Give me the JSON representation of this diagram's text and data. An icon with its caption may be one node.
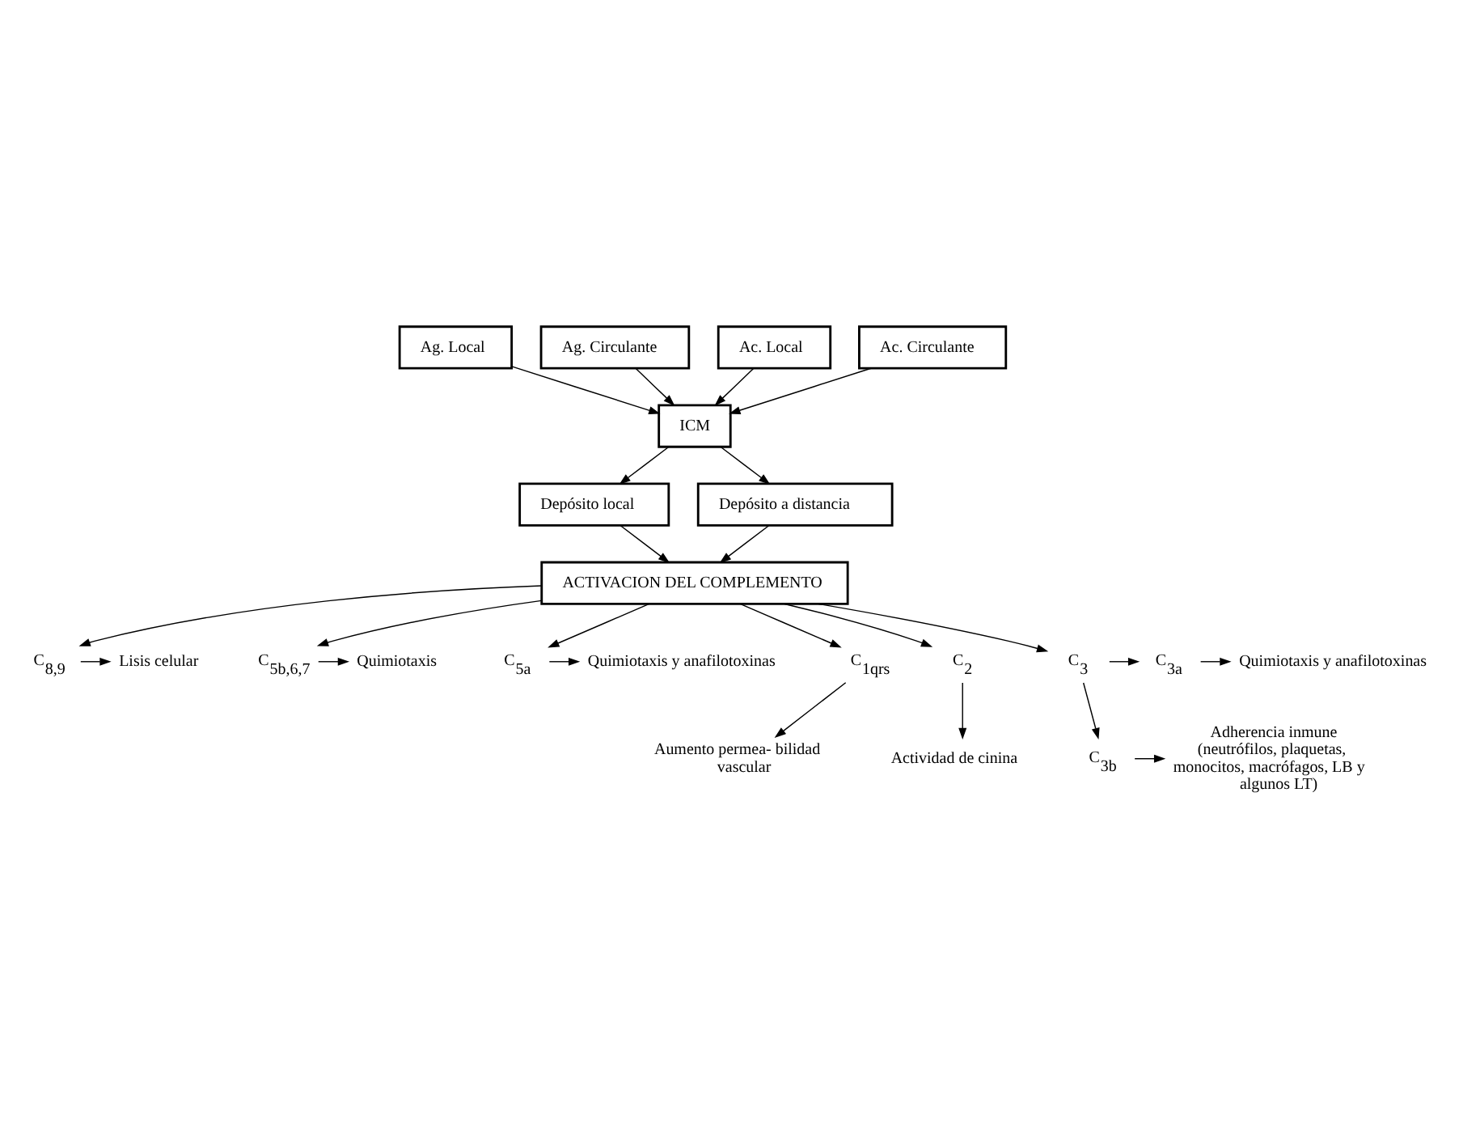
{
  "diagram": {
    "nodes": [
      {
        "text": [
          "Ag. Local"
        ]
      },
      {
        "text": [
          "Ag. Circulante"
        ]
      },
      {
        "text": [
          "Ac. Local"
        ]
      },
      {
        "text": [
          "Ac. Circulante"
        ]
      },
      {
        "text": [
          "ICM"
        ]
      },
      {
        "text": [
          "Depósito local"
        ]
      },
      {
        "text": [
          "Depósito a distancia"
        ]
      },
      {
        "text": [
          "ACTIVACION DEL COMPLEMENTO"
        ]
      },
      {
        "text": [
          "C$_{8,9}$"
        ]
      },
      {
        "text": [
          "Lisis celular"
        ]
      },
      {
        "text": [
          "C$_{5b,6,7}$"
        ]
      },
      {
        "text": [
          "Quimiotaxis"
        ]
      },
      {
        "text": [
          "C$_{5a}$"
        ]
      },
      {
        "text": [
          "Quimiotaxis y anafilotoxinas"
        ]
      },
      {
        "text": [
          "C$_{1qrs}$"
        ]
      },
      {
        "text": [
          "C$_{2}$"
        ]
      },
      {
        "text": [
          "C$_{3}$"
        ]
      },
      {
        "text": [
          "C$_{3a}$"
        ]
      },
      {
        "text": [
          "Quimiotaxis y anafilotoxinas"
        ]
      },
      {
        "text": [
          "Actividad de cinina"
        ]
      },
      {
        "text": [
          "C$_{3b}$"
        ]
      },
      {
        "text": [
          "Adherencia inmune (neutrófilos, plaquetas, monocitos, macrófagos, LB y algunos LT)"
        ]
      },
      {
        "text": [
          "Aumento permea- bilidad vascular"
        ]
      }
    ],
    "edges": [
      {
        "from": 0,
        "to": 4,
        "arrow": "to"
      },
      {
        "from": 1,
        "to": 4,
        "arrow": "to"
      },
      {
        "from": 2,
        "to": 4,
        "arrow": "to"
      },
      {
        "from": 3,
        "to": 4,
        "arrow": "to"
      },
      {
        "from": 4,
        "to": 5,
        "arrow": "to"
      },
      {
        "from": 4,
        "to": 6,
        "arrow": "to"
      },
      {
        "from": 5,
        "to": 7,
        "arrow": "to"
      },
      {
        "from": 6,
        "to": 7,
        "arrow": "to"
      },
      {
        "from": 7,
        "to": 8,
        "arrow": "to"
      },
      {
        "from": 8,
        "to": 9,
        "arrow": "to"
      },
      {
        "from": 7,
        "to": 10,
        "arrow": "to"
      },
      {
        "from": 10,
        "to": 11,
        "arrow": "to"
      },
      {
        "from": 7,
        "to": 12,
        "arrow": "to"
      },
      {
        "from": 12,
        "to": 13,
        "arrow": "to"
      },
      {
        "from": 7,
        "to": 14,
        "arrow": "to"
      },
      {
        "from": 7,
        "to": 15,
        "arrow": "to"
      },
      {
        "from": 7,
        "to": 16,
        "arrow": "to"
      },
      {
        "from": 16,
        "to": 17,
        "arrow": "to"
      },
      {
        "from": 17,
        "to": 18,
        "arrow": "to"
      },
      {
        "from": 15,
        "to": 19,
        "arrow": "to"
      },
      {
        "from": 16,
        "to": 20,
        "arrow": "to"
      },
      {
        "from": 20,
        "to": 21,
        "arrow": "to"
      },
      {
        "from": 14,
        "to": 22,
        "arrow": "to"
      }
    ]
  }
}
